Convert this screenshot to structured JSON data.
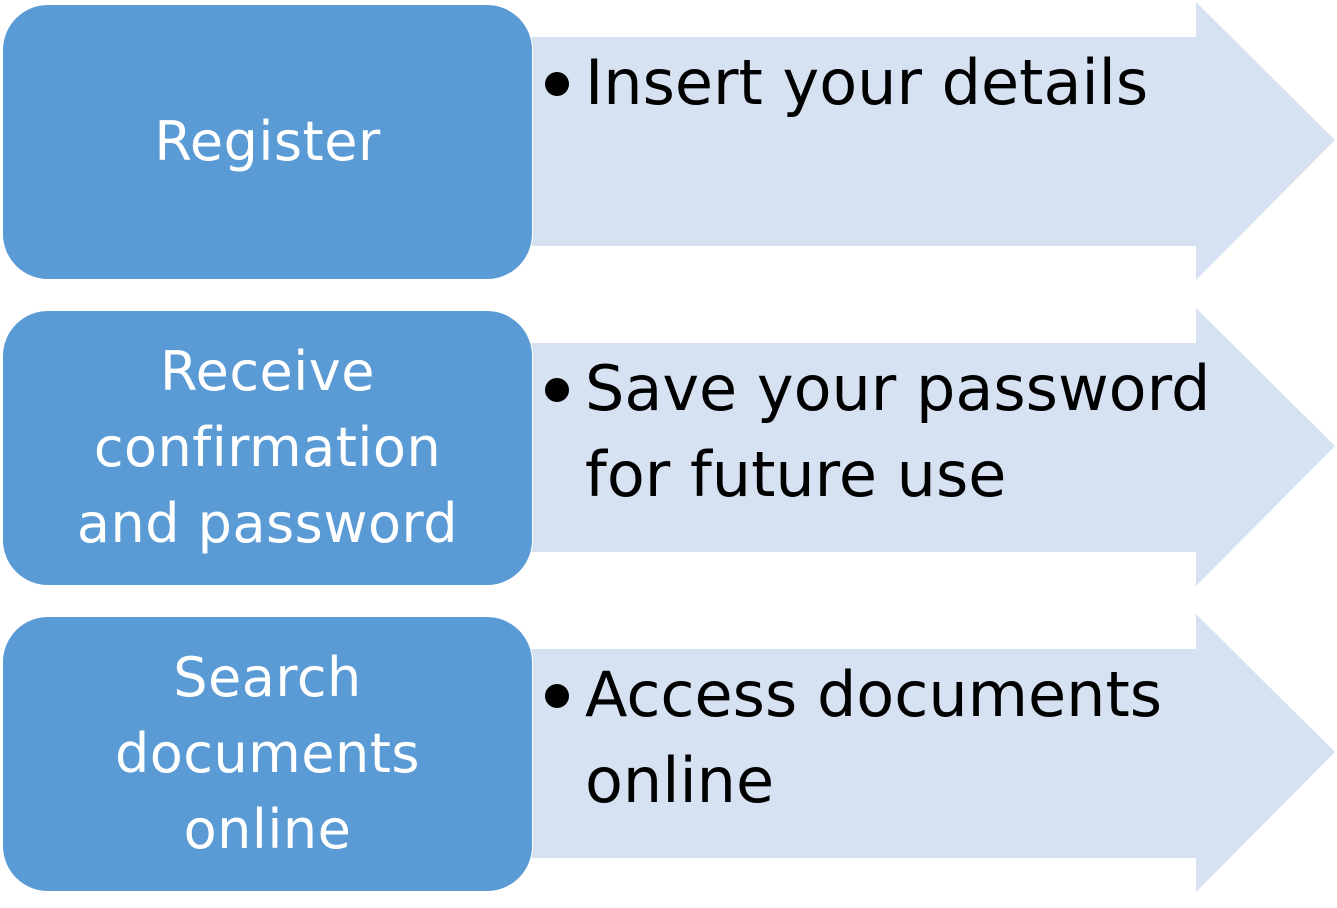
{
  "colors": {
    "step_fill": "#5b9bd5",
    "arrow_fill": "#d6e2f1",
    "step_text": "#ffffff",
    "bullet_text": "#000000"
  },
  "steps": [
    {
      "title": "Register",
      "detail": "Insert your details"
    },
    {
      "title": "Receive\nconfirmation\nand password",
      "detail": "Save your password\nfor future use"
    },
    {
      "title": "Search\ndocuments\nonline",
      "detail": "Access documents\nonline"
    }
  ]
}
